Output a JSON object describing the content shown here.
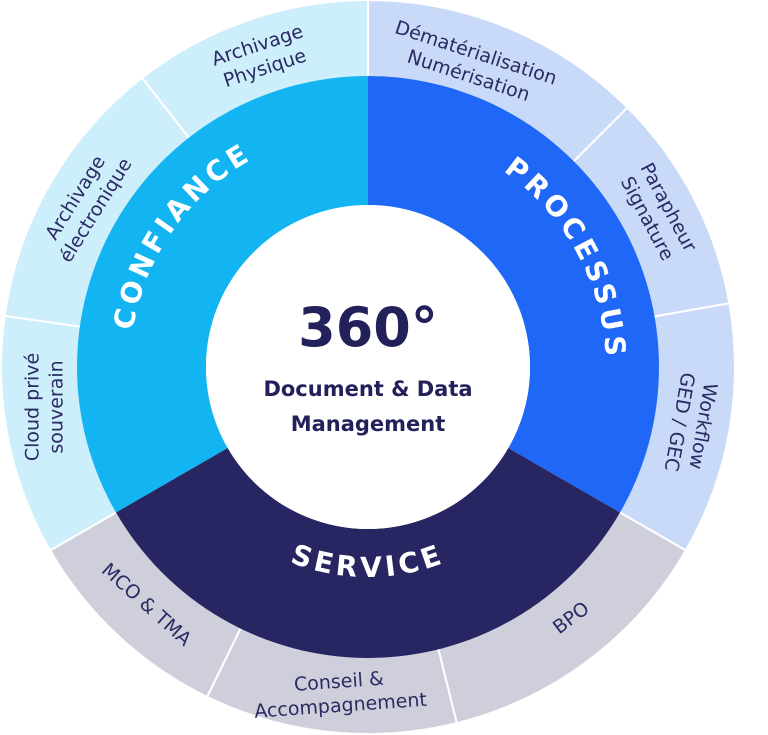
{
  "center": {
    "title": "360°",
    "subtitle_line1": "Document & Data",
    "subtitle_line2": "Management"
  },
  "pillars": {
    "confiance": {
      "label": "CONFIANCE",
      "color": "#12b4f2"
    },
    "processus": {
      "label": "PROCESSUS",
      "color": "#1f67f7"
    },
    "service": {
      "label": "SERVICE",
      "color": "#272662"
    }
  },
  "outer_segments": [
    {
      "key": "cloud",
      "lines": [
        "Cloud privé",
        "souverain"
      ],
      "color": "#cdeefb"
    },
    {
      "key": "arch-elec",
      "lines": [
        "Archivage",
        "électronique"
      ],
      "color": "#cdeefb"
    },
    {
      "key": "arch-phys",
      "lines": [
        "Archivage",
        "Physique"
      ],
      "color": "#cdeefb"
    },
    {
      "key": "demat",
      "lines": [
        "Dématérialisation",
        "Numérisation"
      ],
      "color": "#c9daf9"
    },
    {
      "key": "parapheur",
      "lines": [
        "Parapheur",
        "Signature"
      ],
      "color": "#c9daf9"
    },
    {
      "key": "workflow",
      "lines": [
        "Workflow",
        "GED / GEC"
      ],
      "color": "#c9daf9"
    },
    {
      "key": "bpo",
      "lines": [
        "BPO"
      ],
      "color": "#cfcfdc"
    },
    {
      "key": "conseil",
      "lines": [
        "Conseil &",
        "Accompagnement"
      ],
      "color": "#cfcfdc"
    },
    {
      "key": "mco",
      "lines": [
        "MCO & TMA"
      ],
      "color": "#cfcfdc"
    }
  ],
  "colors": {
    "text_dark": "#23215a",
    "center_fill": "#ffffff"
  }
}
